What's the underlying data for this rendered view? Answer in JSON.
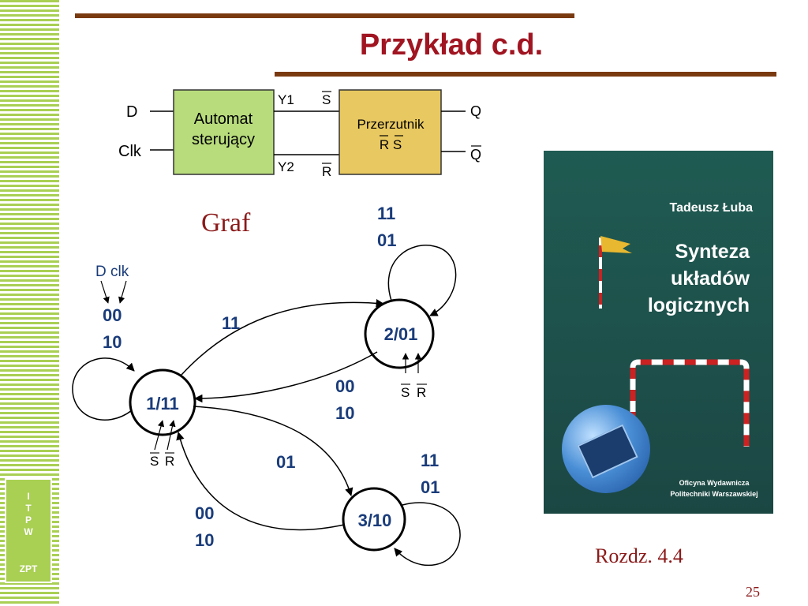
{
  "slide": {
    "title": "Przykład c.d.",
    "page_number": "25",
    "chapter_ref": "Rozdz. 4.4",
    "graph_label": "Graf"
  },
  "logo": {
    "letters": "I\nT\nP\nW",
    "zpt": "ZPT"
  },
  "block_diagram": {
    "input_d": "D",
    "input_clk": "Clk",
    "automat_line1": "Automat",
    "automat_line2": "sterujący",
    "flipflop_line1": "Przerzutnik",
    "flipflop_line2": "R S",
    "y1": "Y1",
    "y2": "Y2",
    "s_bar": "S",
    "r_bar": "R",
    "out_q": "Q",
    "out_qbar": "Q",
    "automat_color": "#b8dc7c",
    "flipflop_color": "#e8c860"
  },
  "state_graph": {
    "input_label": "D clk",
    "states": [
      {
        "label": "1/11"
      },
      {
        "label": "2/01"
      },
      {
        "label": "3/10"
      }
    ],
    "edges": {
      "loop1": [
        "00",
        "10"
      ],
      "e1_to_2": "11",
      "loop2": [
        "11",
        "01"
      ],
      "e2_to_1": [
        "00",
        "10"
      ],
      "e1_to_3": "01",
      "loop3": [
        "11",
        "01"
      ],
      "e3_to_1": [
        "00",
        "10"
      ]
    },
    "state_outputs": {
      "s_bar": "S",
      "r_bar": "R"
    },
    "edge_label_color": "#1a3c7a"
  },
  "book": {
    "author": "Tadeusz Łuba",
    "title_line1": "Synteza",
    "title_line2": "układów",
    "title_line3": "logicznych",
    "publisher_line1": "Oficyna Wydawnicza",
    "publisher_line2": "Politechniki Warszawskiej"
  }
}
